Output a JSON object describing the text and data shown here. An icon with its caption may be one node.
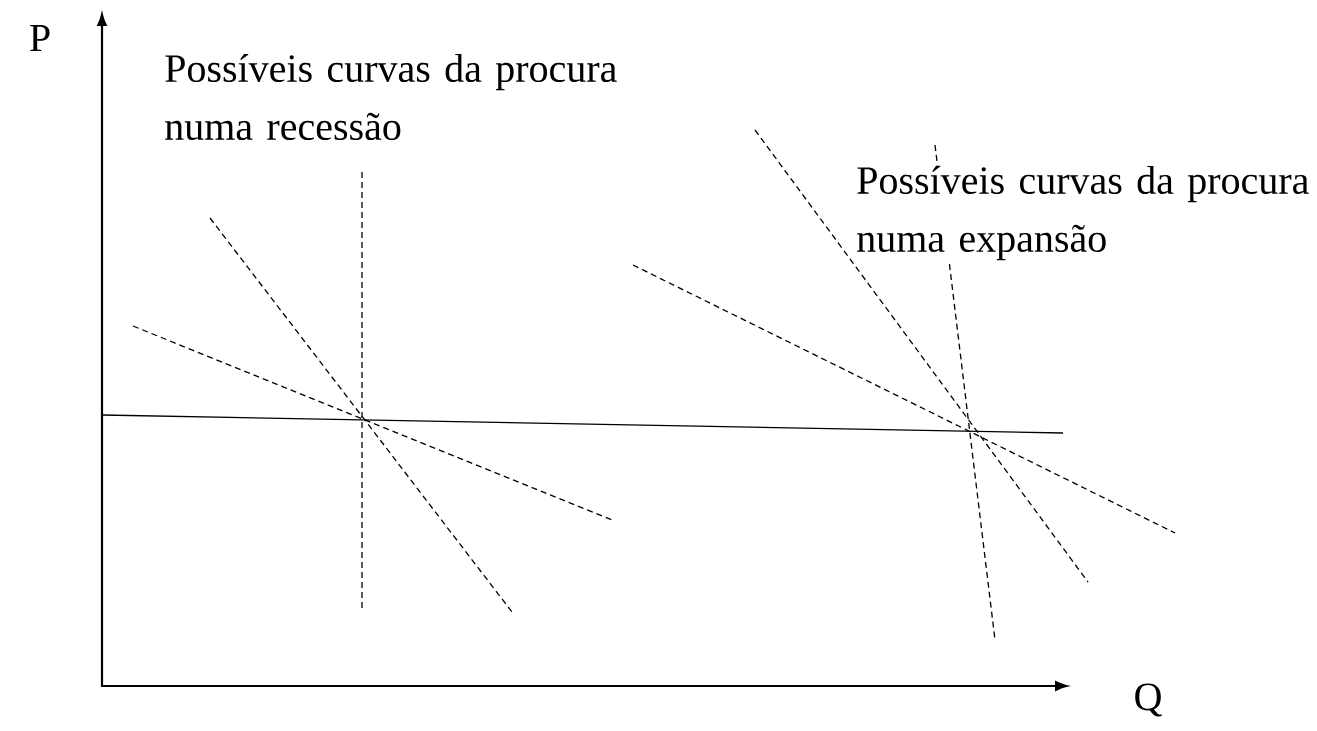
{
  "diagram": {
    "labels": [
      "P",
      "Possíveis curvas da procura numa recessão",
      "Possíveis curvas da procura numa expansão",
      "Q"
    ]
  }
}
